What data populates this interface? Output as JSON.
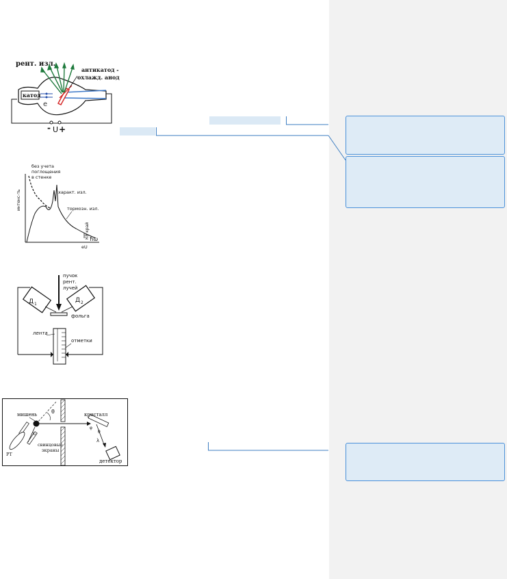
{
  "figure1": {
    "radiation_label": "рент. изл.",
    "cathode_label": "катод",
    "anticathode_label_line1": "антикатод -",
    "anticathode_label_line2": "охлажд. анод",
    "electron_label": "e",
    "minus_label": "-",
    "voltage_label": "U",
    "plus_label": "+"
  },
  "figure2": {
    "ylabel": "интенс-ть",
    "curve_label_line1": "без учета",
    "curve_label_line2": "поглощения",
    "curve_label_line3": "в стенке",
    "characteristic_label": "характ. изл.",
    "bremsstrahlung_label": "тормозн. изл.",
    "edge_label": "КВ край",
    "x_axis_label": "ħω",
    "eu_label": "eU"
  },
  "figure3": {
    "beam_label_line1": "пучок",
    "beam_label_line2": "рент.",
    "beam_label_line3": "лучей",
    "detector1_label": "Д",
    "detector1_sub": "1",
    "detector2_label": "Д",
    "detector2_sub": "2",
    "foil_label": "фольга",
    "tape_label": "лента",
    "marks_label": "отметки"
  },
  "figure4": {
    "target_label": "мишень",
    "theta1_label": "θ",
    "crystal_label": "кристалл",
    "theta2_label": "θ",
    "phi_label": "φ",
    "lambda0_label": "λ₀",
    "lambda_label": "λ",
    "tube_label": "РТ",
    "screens_line1": "свинцовые",
    "screens_line2": "экраны",
    "detector_label": "детектор"
  },
  "colors": {
    "comment_fill": "#deebf6",
    "comment_border": "#4a90d9",
    "margin_pane": "#f2f2f2",
    "highlight": "#dbe9f5",
    "ray_green": "#1e7a3c",
    "anticathode_red": "#d62a2a",
    "anode_blue": "#3c78c8"
  }
}
